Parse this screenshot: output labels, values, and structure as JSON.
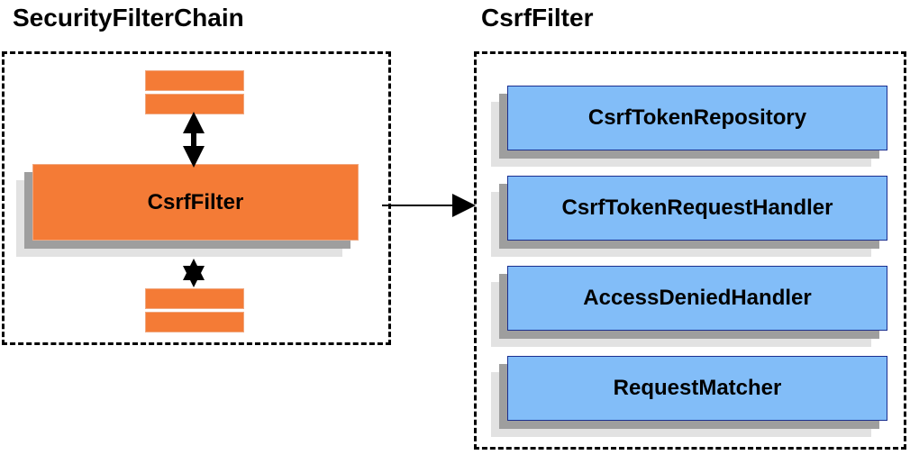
{
  "diagram": {
    "title_left": "SecurityFilterChain",
    "title_right": "CsrfFilter",
    "background_color": "#ffffff",
    "orange_fill": "#f47b36",
    "orange_border": "#f0a880",
    "blue_fill": "#82bdf8",
    "blue_border": "#1b2f8f",
    "shadow_near_color": "#9e9e9e",
    "shadow_far_color": "#e2e2e2",
    "stroke_color": "#000000"
  },
  "left_panel": {
    "title": "SecurityFilterChain",
    "bars_above": [
      {
        "name": "filter-bar-above-1"
      },
      {
        "name": "filter-bar-above-2"
      }
    ],
    "main_box": {
      "label": "CsrfFilter"
    },
    "bars_below": [
      {
        "name": "filter-bar-below-1"
      },
      {
        "name": "filter-bar-below-2"
      }
    ],
    "connectors": [
      {
        "name": "arrow-up-down-top",
        "type": "double-headed-vertical"
      },
      {
        "name": "arrow-up-down-bottom",
        "type": "double-headed-vertical"
      }
    ]
  },
  "right_panel": {
    "title": "CsrfFilter",
    "components": [
      {
        "label": "CsrfTokenRepository"
      },
      {
        "label": "CsrfTokenRequestHandler"
      },
      {
        "label": "AccessDeniedHandler"
      },
      {
        "label": "RequestMatcher"
      }
    ]
  },
  "cross_arrow": {
    "name": "arrow-left-to-right",
    "type": "single-headed-horizontal"
  }
}
